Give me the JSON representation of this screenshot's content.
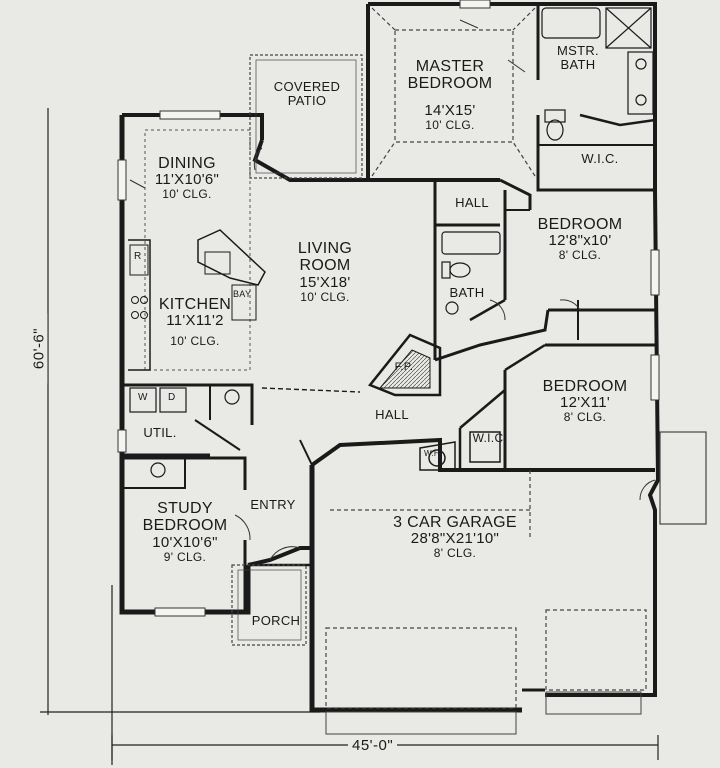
{
  "rooms": {
    "master_bedroom": {
      "name_line1": "MASTER",
      "name_line2": "BEDROOM",
      "size": "14'X15'",
      "clg": "10' CLG."
    },
    "master_bath": {
      "name_line1": "MSTR.",
      "name_line2": "BATH"
    },
    "master_wic": {
      "name": "W.I.C."
    },
    "covered_patio": {
      "name_line1": "COVERED",
      "name_line2": "PATIO"
    },
    "dining": {
      "name": "DINING",
      "size": "11'X10'6\"",
      "clg": "10' CLG."
    },
    "living_room": {
      "name_line1": "LIVING",
      "name_line2": "ROOM",
      "size": "15'X18'",
      "clg": "10' CLG."
    },
    "kitchen": {
      "name": "KITCHEN",
      "size": "11'X11'2",
      "clg": "10' CLG."
    },
    "hall_upper": {
      "name": "HALL"
    },
    "bedroom_2": {
      "name": "BEDROOM",
      "size": "12'8\"x10'",
      "clg": "8' CLG."
    },
    "bath": {
      "name": "BATH"
    },
    "fireplace": {
      "name": "F.P."
    },
    "hall_lower": {
      "name": "HALL"
    },
    "bedroom_3": {
      "name": "BEDROOM",
      "size": "12'X11'",
      "clg": "8' CLG."
    },
    "wic": {
      "name": "W.I.C"
    },
    "utility": {
      "name": "UTIL."
    },
    "study_bedroom": {
      "name_line1": "STUDY",
      "name_line2": "BEDROOM",
      "size": "10'X10'6\"",
      "clg": "9' CLG."
    },
    "entry": {
      "name": "ENTRY"
    },
    "garage": {
      "name": "3 CAR GARAGE",
      "size": "28'8\"X21'10\"",
      "clg": "8' CLG."
    },
    "porch": {
      "name": "PORCH"
    }
  },
  "dimensions": {
    "width": "45'-0\"",
    "depth": "60'-6\""
  },
  "fixtures": {
    "water_heater": "W.H.",
    "washer": "W",
    "dryer": "D",
    "refrigerator": "R",
    "bay": "BAY"
  }
}
